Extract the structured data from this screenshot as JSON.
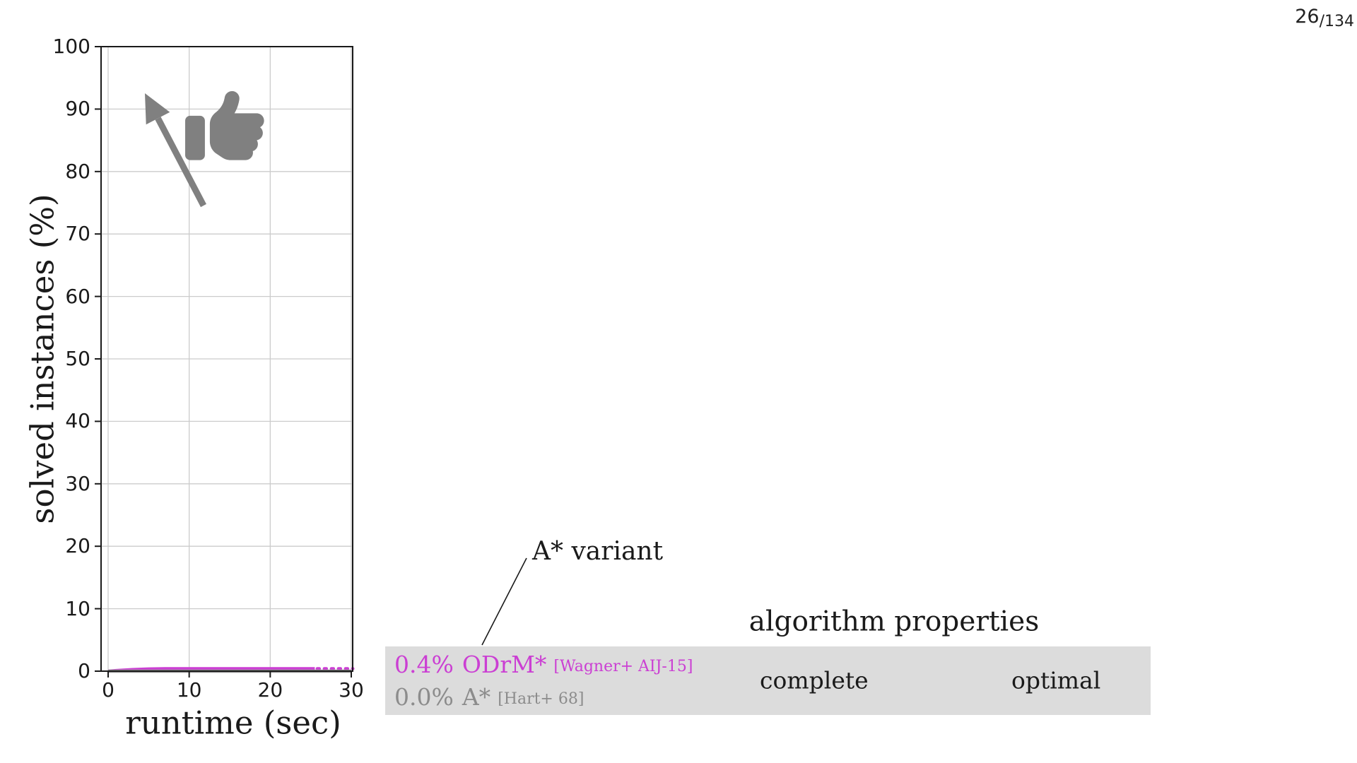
{
  "page": {
    "counter": {
      "current": "26",
      "separator": "/",
      "total": "134"
    }
  },
  "chart_data": {
    "type": "line",
    "title": "",
    "xlabel": "runtime (sec)",
    "ylabel": "solved instances (%)",
    "xlim": [
      0,
      30
    ],
    "ylim": [
      0,
      100
    ],
    "xticks": [
      0,
      10,
      20,
      30
    ],
    "yticks": [
      0,
      10,
      20,
      30,
      40,
      50,
      60,
      70,
      80,
      90,
      100
    ],
    "grid": true,
    "grid_color": "#cccccc",
    "axis_color": "#1a1a1a",
    "series": [
      {
        "name": "ODrM*",
        "citation": "[Wagner+ AIJ-15]",
        "color": "#cb3fd3",
        "solved_pct": 0.4,
        "points": [
          [
            0,
            0
          ],
          [
            1,
            0.1
          ],
          [
            3,
            0.25
          ],
          [
            5,
            0.35
          ],
          [
            7,
            0.4
          ],
          [
            25.5,
            0.4
          ]
        ],
        "timeout_extension_points": [
          [
            25.8,
            0.4
          ],
          [
            30.2,
            0.4
          ]
        ],
        "extension_style": "dotted"
      },
      {
        "name": "A*",
        "citation": "[Hart+ 68]",
        "color": "#8c8c8c",
        "solved_pct": 0.0,
        "points": [
          [
            0,
            0
          ],
          [
            30,
            0
          ]
        ]
      }
    ],
    "annotations": [
      {
        "type": "arrow-up-left",
        "meaning": "better is up-left",
        "color": "#808080"
      },
      {
        "type": "thumbs-up-icon",
        "color": "#808080"
      }
    ]
  },
  "callout": {
    "label": "A* variant"
  },
  "legend": {
    "rows": [
      {
        "value": "0.4%",
        "name": "ODrM*",
        "citation": "[Wagner+ AIJ-15]",
        "color": "#cb3fd3"
      },
      {
        "value": "0.0%",
        "name": "A*",
        "citation": "[Hart+ 68]",
        "color": "#8c8c8c"
      }
    ]
  },
  "properties_panel": {
    "title": "algorithm properties",
    "background": "#dcdcdc",
    "items": [
      {
        "label": "complete"
      },
      {
        "label": "optimal"
      }
    ]
  }
}
